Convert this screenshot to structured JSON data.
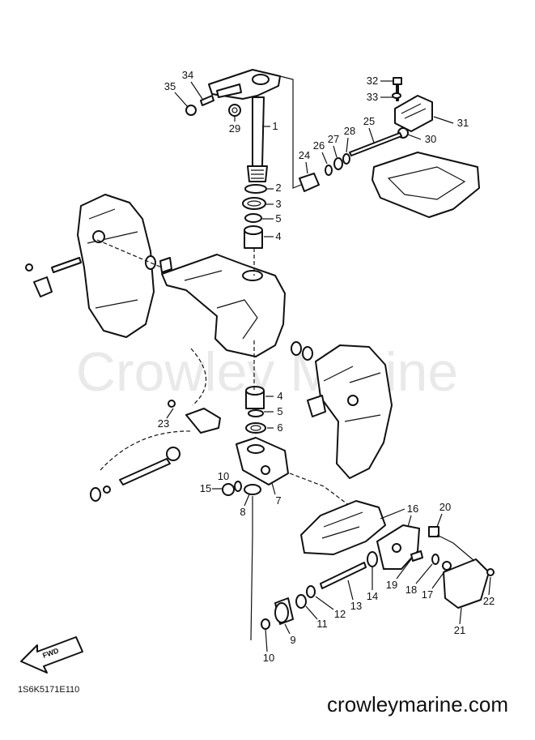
{
  "watermark": "Crowley Marine",
  "diagram_code": "1S6K5171E110",
  "website": "crowleymarine.com",
  "fwd_label": "FWD",
  "callouts": [
    "1",
    "2",
    "3",
    "5",
    "4",
    "35",
    "34",
    "29",
    "32",
    "33",
    "31",
    "30",
    "25",
    "28",
    "27",
    "26",
    "24",
    "4",
    "5",
    "6",
    "23",
    "10",
    "15",
    "8",
    "7",
    "16",
    "20",
    "13",
    "14",
    "19",
    "18",
    "17",
    "22",
    "12",
    "11",
    "21",
    "9",
    "10"
  ]
}
